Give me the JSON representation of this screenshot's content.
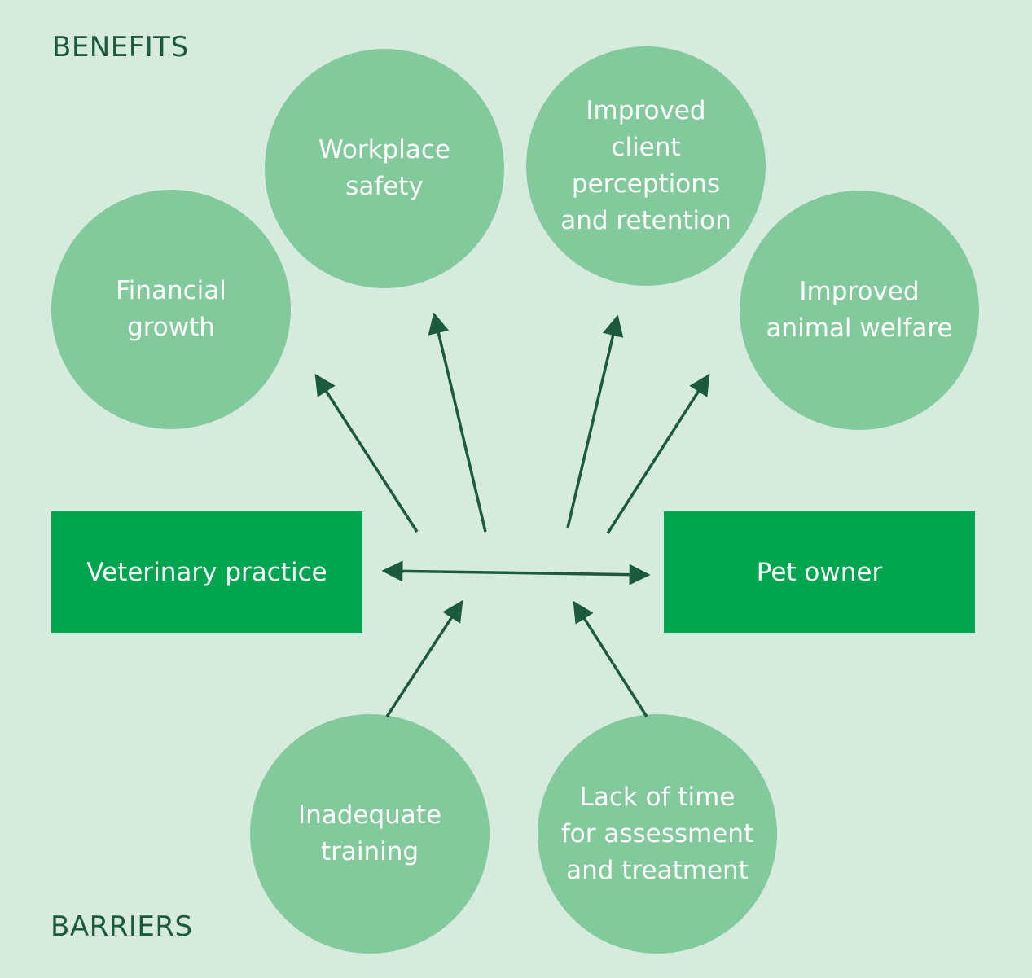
{
  "colors": {
    "background": "#d6ebde",
    "circle": "#82ca9c",
    "box": "#00a54f",
    "arrow": "#1c5a3c",
    "label": "#1c5a3c"
  },
  "labels": {
    "benefits": "BENEFITS",
    "barriers": "BARRIERS"
  },
  "benefits": [
    {
      "id": "financial-growth",
      "text": "Financial\ngrowth"
    },
    {
      "id": "workplace-safety",
      "text": "Workplace\nsafety"
    },
    {
      "id": "client-perceptions",
      "text": "Improved\nclient\nperceptions\nand retention"
    },
    {
      "id": "animal-welfare",
      "text": "Improved\nanimal welfare"
    }
  ],
  "barriers": [
    {
      "id": "inadequate-training",
      "text": "Inadequate\ntraining"
    },
    {
      "id": "lack-of-time",
      "text": "Lack of time\nfor assessment\nand treatment"
    }
  ],
  "parties": {
    "left": "Veterinary practice",
    "right": "Pet owner"
  }
}
